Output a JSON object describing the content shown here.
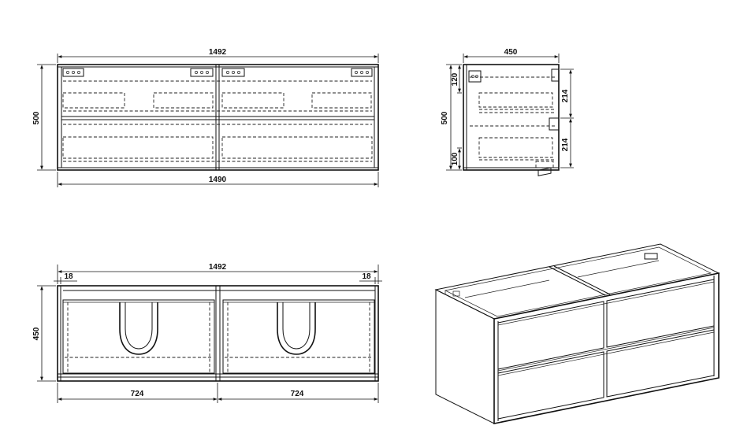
{
  "front_view": {
    "width_top": "1492",
    "width_bottom": "1490",
    "height": "500"
  },
  "side_view": {
    "depth": "450",
    "height": "500",
    "top_offset": "120",
    "bottom_offset": "100",
    "drawer_upper": "214",
    "drawer_lower": "214"
  },
  "top_view": {
    "width": "1492",
    "depth": "450",
    "left_edge": "18",
    "right_edge": "18",
    "left_half": "724",
    "right_half": "724"
  }
}
